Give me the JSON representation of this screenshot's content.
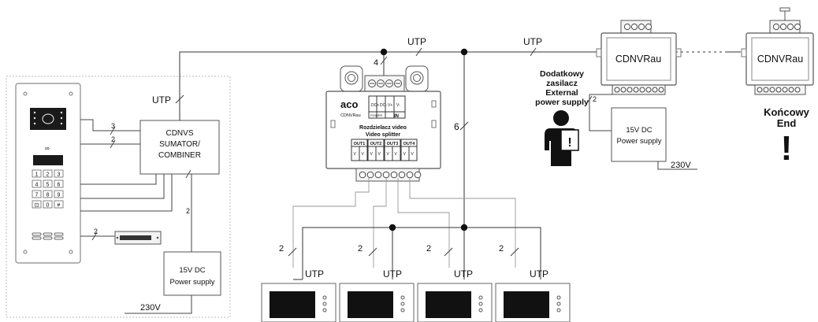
{
  "labels": {
    "utp": "UTP",
    "n2": "2",
    "n3": "3",
    "n4": "4",
    "n6": "6",
    "n230v": "230V"
  },
  "sumator": {
    "line1": "CDNVS",
    "line2": "SUMATOR/",
    "line3": "COMBINER"
  },
  "power_supply": {
    "line1": "15V DC",
    "line2": "Power supply"
  },
  "splitter": {
    "brand": "aco",
    "model": "CDNVRau",
    "title1": "Rozdzielacz video",
    "title2": "Video splitter",
    "outputs": [
      "OUT1",
      "OUT2",
      "OUT3",
      "OUT4"
    ],
    "input": "IN",
    "power_lbl": "POWER"
  },
  "receiver": {
    "model": "CDNVRau"
  },
  "external_ps": {
    "line1": "Dodatkowy",
    "line2": "zasilacz",
    "line3": "External",
    "line4": "power supply"
  },
  "end": {
    "line1": "Końcowy",
    "line2": "End"
  },
  "icons": {
    "warning_mark": "!"
  },
  "keypad": [
    "1",
    "2",
    "3",
    "4",
    "5",
    "6",
    "7",
    "8",
    "9",
    "⊡",
    "0",
    "#"
  ],
  "colors": {
    "line": "#222222",
    "panel_border": "#aaaaaa",
    "screen": "#111111"
  }
}
